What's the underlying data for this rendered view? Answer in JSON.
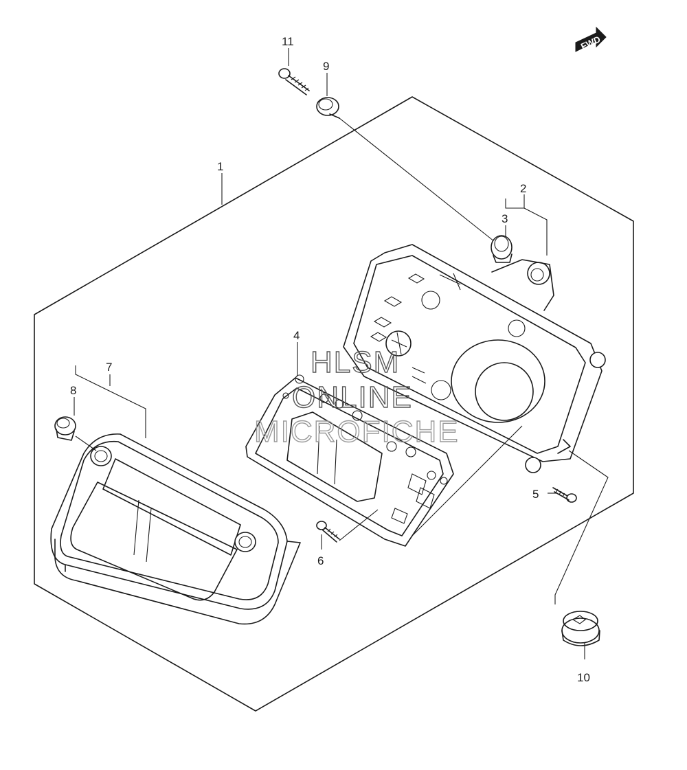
{
  "callouts": [
    {
      "id": "1",
      "label": "1"
    },
    {
      "id": "2",
      "label": "2"
    },
    {
      "id": "3",
      "label": "3"
    },
    {
      "id": "4",
      "label": "4"
    },
    {
      "id": "5",
      "label": "5"
    },
    {
      "id": "6",
      "label": "6"
    },
    {
      "id": "7",
      "label": "7"
    },
    {
      "id": "8",
      "label": "8"
    },
    {
      "id": "9",
      "label": "9"
    },
    {
      "id": "10",
      "label": "10"
    },
    {
      "id": "11",
      "label": "11"
    }
  ],
  "fwd_label": "FWD",
  "watermark": {
    "line1": "HLSM",
    "line2": "ONLINE",
    "line3": "MICROFICHE"
  }
}
